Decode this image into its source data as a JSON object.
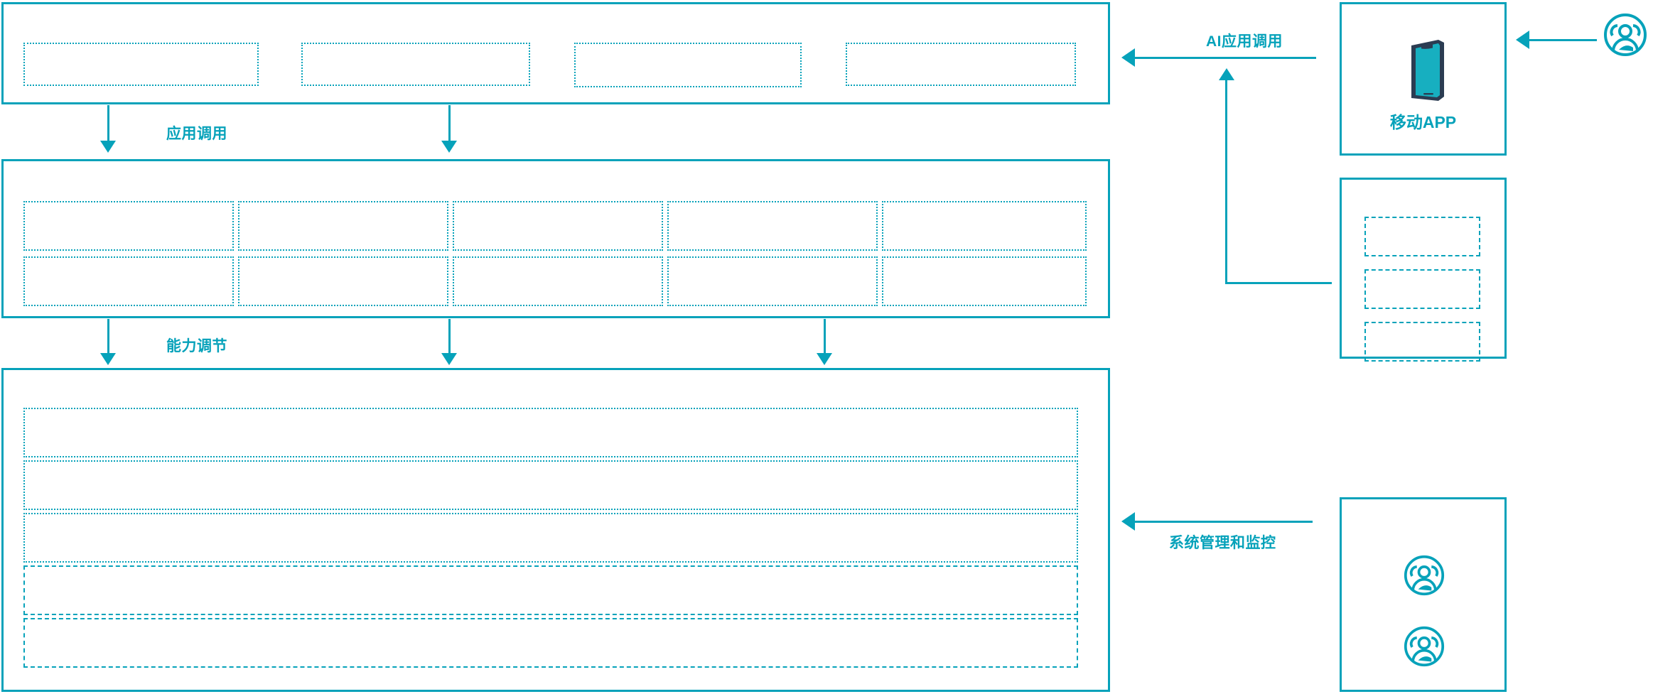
{
  "theme": {
    "accent": "#06A2BA",
    "phone_body": "#2B3C52",
    "phone_screen": "#17AFC0",
    "background": "#FFFFFF"
  },
  "diagram": {
    "type": "architecture-layer-diagram",
    "layers": [
      {
        "id": "application-layer",
        "name": "application-layer",
        "slots": [
          "",
          "",
          "",
          ""
        ],
        "slot_count": 4
      },
      {
        "id": "capability-layer",
        "name": "capability-layer",
        "rows": 2,
        "columns": 5,
        "slots": [
          "",
          "",
          "",
          "",
          "",
          "",
          "",
          "",
          "",
          ""
        ],
        "slot_count": 10
      },
      {
        "id": "platform-layer",
        "name": "platform-layer",
        "rows": 5,
        "slots": [
          "",
          "",
          "",
          "",
          ""
        ],
        "slot_count": 5
      }
    ],
    "side_panels": [
      {
        "id": "mobile-app-panel",
        "caption": "移动APP",
        "icon": "mobile-phone-icon",
        "slots": []
      },
      {
        "id": "channel-panel",
        "caption": "",
        "icon": "",
        "slots": [
          "",
          "",
          ""
        ],
        "slot_count": 3
      },
      {
        "id": "operations-panel",
        "caption": "",
        "icons": [
          "user-group-icon",
          "user-group-icon"
        ],
        "slots": []
      }
    ],
    "external_actors": [
      {
        "id": "end-user-actor",
        "icon": "user-group-icon",
        "label": ""
      }
    ],
    "connectors": [
      {
        "id": "application-call",
        "label": "应用调用",
        "direction": "down",
        "arrow_count": 2
      },
      {
        "id": "capability-orchestration",
        "label": "能力调节",
        "direction": "down",
        "arrow_count": 3
      },
      {
        "id": "ai-application-call",
        "label": "AI应用调用",
        "direction": "left"
      },
      {
        "id": "system-management-monitoring",
        "label": "系统管理和监控",
        "direction": "left"
      },
      {
        "id": "user-to-mobile-app",
        "label": "",
        "direction": "left"
      },
      {
        "id": "channel-to-ai-call",
        "label": "",
        "direction": "up"
      }
    ]
  }
}
